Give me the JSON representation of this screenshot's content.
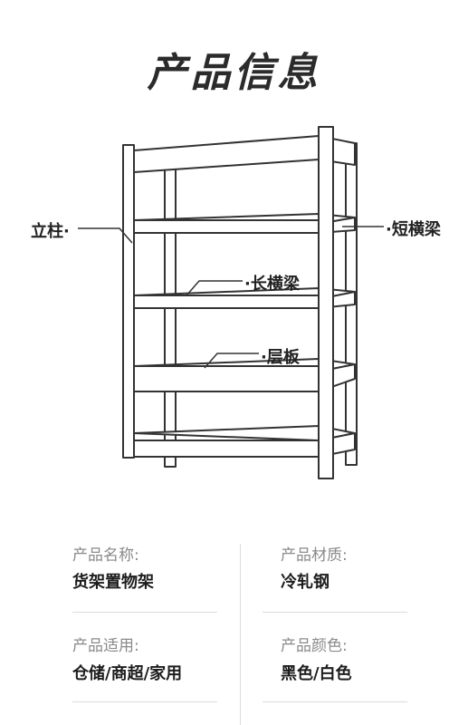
{
  "header": {
    "title": "产品信息"
  },
  "callouts": {
    "upright": "立柱·",
    "short_beam": "·短横梁",
    "long_beam": "·长横梁",
    "shelf": "·层板"
  },
  "info": [
    {
      "label": "产品名称:",
      "value": "货架置物架"
    },
    {
      "label": "产品材质:",
      "value": "冷轧钢"
    },
    {
      "label": "产品适用:",
      "value": "仓储/商超/家用"
    },
    {
      "label": "产品颜色:",
      "value": "黑色/白色"
    }
  ],
  "colors": {
    "line": "#333333",
    "divider": "#dcdcdc",
    "label": "#8a8a8a"
  }
}
